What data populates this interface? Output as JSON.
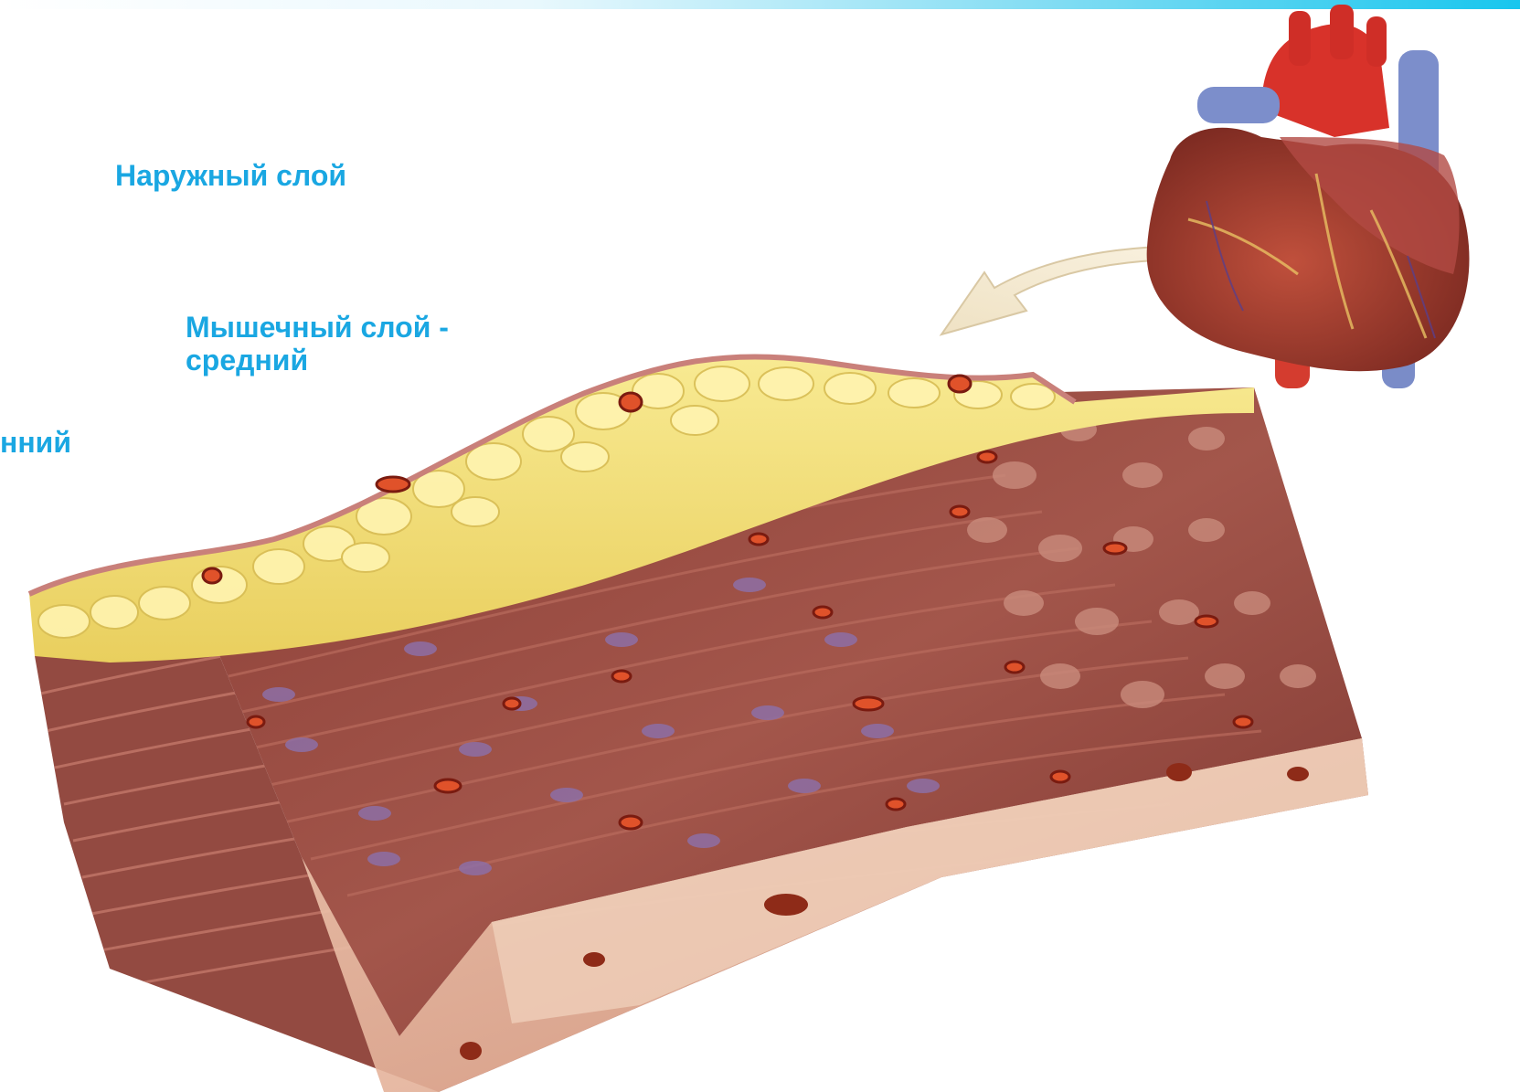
{
  "labels": {
    "outer": "Наружный слой",
    "middle_line1": "Мышечный слой -",
    "middle_line2": "средний",
    "inner_partial": "нний"
  },
  "colors": {
    "label": "#1aa7e2",
    "top_band": "#18c6ee",
    "fat_layer": "#f4e17a",
    "muscle_layer": "#9a4a42",
    "inner_layer": "#e8b7a0"
  },
  "illustration": {
    "heart": "heart-icon",
    "arrow": "curved-arrow-icon",
    "section": "myocardium-tissue-section"
  }
}
